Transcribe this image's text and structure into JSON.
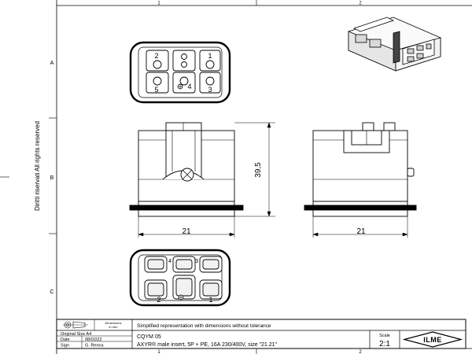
{
  "grid": {
    "columns": [
      "1",
      "2"
    ],
    "rows": [
      "A",
      "B",
      "C"
    ]
  },
  "side_text": {
    "line1": "Diritti riservati",
    "line2": "All rights reserved"
  },
  "pin_numbers_top": [
    "2",
    "1",
    "5",
    "4",
    "3"
  ],
  "pin_numbers_bottom": [
    "4",
    "3",
    "2",
    "1"
  ],
  "dimensions": {
    "height": "39,5",
    "width_front": "21",
    "width_side": "21"
  },
  "title_block": {
    "symbol_caption_1": "Dimensions",
    "symbol_caption_2": "in mm",
    "note": "Simplified representation with dimensions without tolerance",
    "original_size": "Original Size A4",
    "date_label": "Date",
    "date_value": "08/02/22",
    "sign_label": "Sign",
    "sign_value": "G. Renna",
    "code": "CQYM 05",
    "description": "AXYR® male insert, 5P + PE, 16A 230/400V, size \"21.21\"",
    "scale_label": "Scale",
    "scale_value": "2:1",
    "brand": "ILME"
  },
  "colors": {
    "line": "#000000",
    "shade": "#e6e6e6",
    "light": "#f2f2f2"
  }
}
